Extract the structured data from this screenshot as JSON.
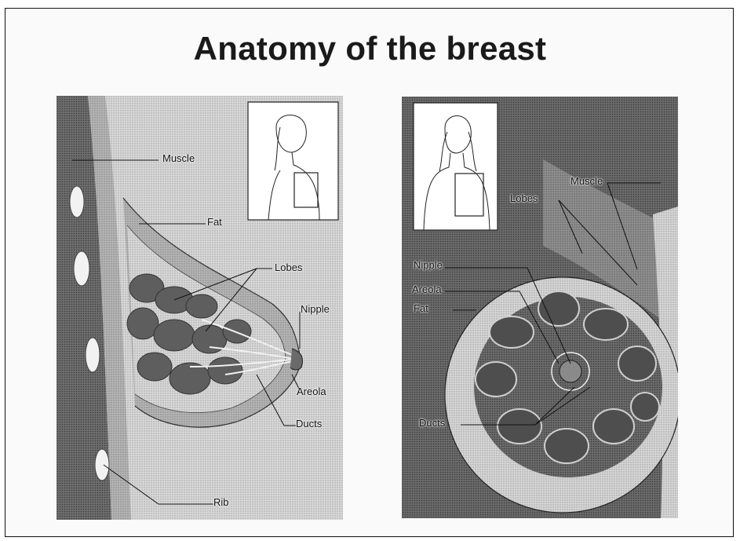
{
  "slide": {
    "title": "Anatomy of the breast"
  },
  "left_panel": {
    "labels": {
      "muscle": "Muscle",
      "fat": "Fat",
      "lobes": "Lobes",
      "nipple": "Nipple",
      "areola": "Areola",
      "ducts": "Ducts",
      "rib": "Rib"
    }
  },
  "right_panel": {
    "labels": {
      "muscle": "Muscle",
      "lobes": "Lobes",
      "nipple": "Nipple",
      "areola": "Areola",
      "fat": "Fat",
      "ducts": "Ducts"
    }
  }
}
